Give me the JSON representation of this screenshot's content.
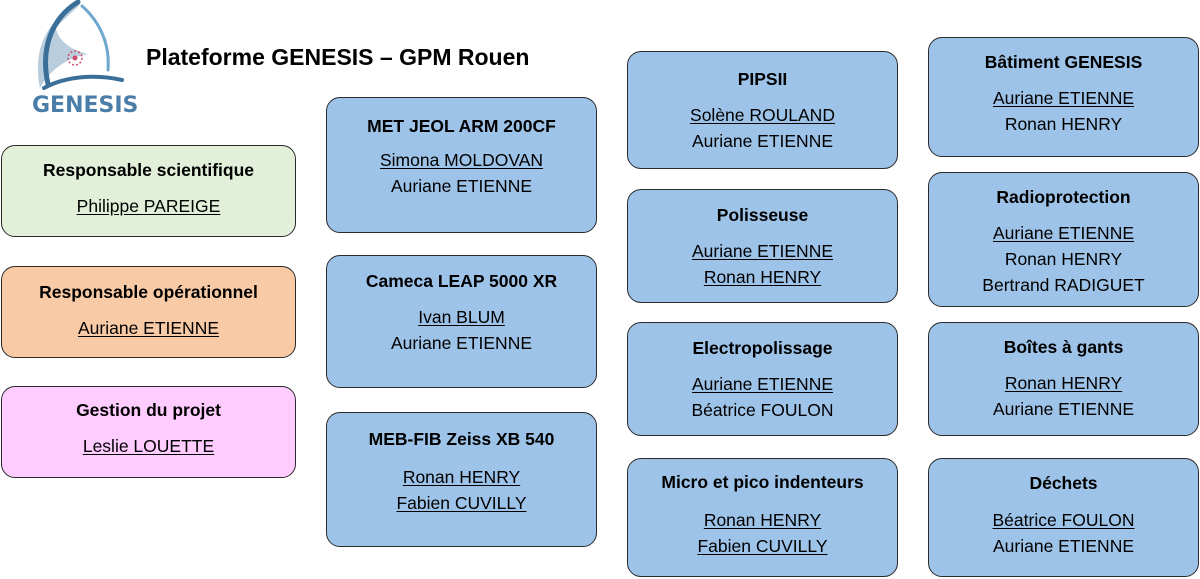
{
  "logo": {
    "text": "GENESIS"
  },
  "page_title": "Plateforme GENESIS – GPM Rouen",
  "roles": {
    "scientifique": {
      "title": "Responsable scientifique",
      "people": [
        "Philippe PAREIGE"
      ]
    },
    "operationnel": {
      "title": "Responsable opérationnel",
      "people": [
        "Auriane ETIENNE"
      ]
    },
    "projet": {
      "title": "Gestion du projet",
      "people": [
        "Leslie LOUETTE"
      ]
    }
  },
  "instruments": {
    "met": {
      "title": "MET JEOL ARM 200CF",
      "people": [
        "Simona MOLDOVAN",
        "Auriane ETIENNE"
      ]
    },
    "leap": {
      "title": "Cameca LEAP 5000 XR",
      "people": [
        "Ivan BLUM",
        "Auriane ETIENNE"
      ]
    },
    "meb": {
      "title": "MEB-FIB Zeiss XB 540",
      "people": [
        "Ronan HENRY",
        "Fabien CUVILLY"
      ]
    }
  },
  "preparation": {
    "pipsii": {
      "title": "PIPSII",
      "people": [
        "Solène ROULAND",
        "Auriane ETIENNE"
      ]
    },
    "polisseuse": {
      "title": "Polisseuse",
      "people": [
        "Auriane ETIENNE",
        "Ronan HENRY"
      ]
    },
    "electro": {
      "title": "Electropolissage",
      "people": [
        "Auriane ETIENNE",
        "Béatrice FOULON"
      ]
    },
    "micro": {
      "title": "Micro et pico indenteurs",
      "people": [
        "Ronan HENRY",
        "Fabien CUVILLY"
      ]
    }
  },
  "services": {
    "batiment": {
      "title": "Bâtiment GENESIS",
      "people": [
        "Auriane ETIENNE",
        "Ronan HENRY"
      ]
    },
    "radio": {
      "title": "Radioprotection",
      "people": [
        "Auriane ETIENNE",
        "Ronan HENRY",
        "Bertrand RADIGUET"
      ]
    },
    "gants": {
      "title": "Boîtes à gants",
      "people": [
        "Ronan HENRY",
        "Auriane ETIENNE"
      ]
    },
    "dechets": {
      "title": "Déchets",
      "people": [
        "Béatrice FOULON",
        "Auriane ETIENNE"
      ]
    }
  },
  "colors": {
    "blue": "#9ec3e8",
    "green": "#e2efd9",
    "orange": "#f8cba6",
    "pink": "#ffccff",
    "logo_arc": "#3a6f9a",
    "logo_text": "#4a7ea8",
    "logo_star": "#d14a6a"
  }
}
